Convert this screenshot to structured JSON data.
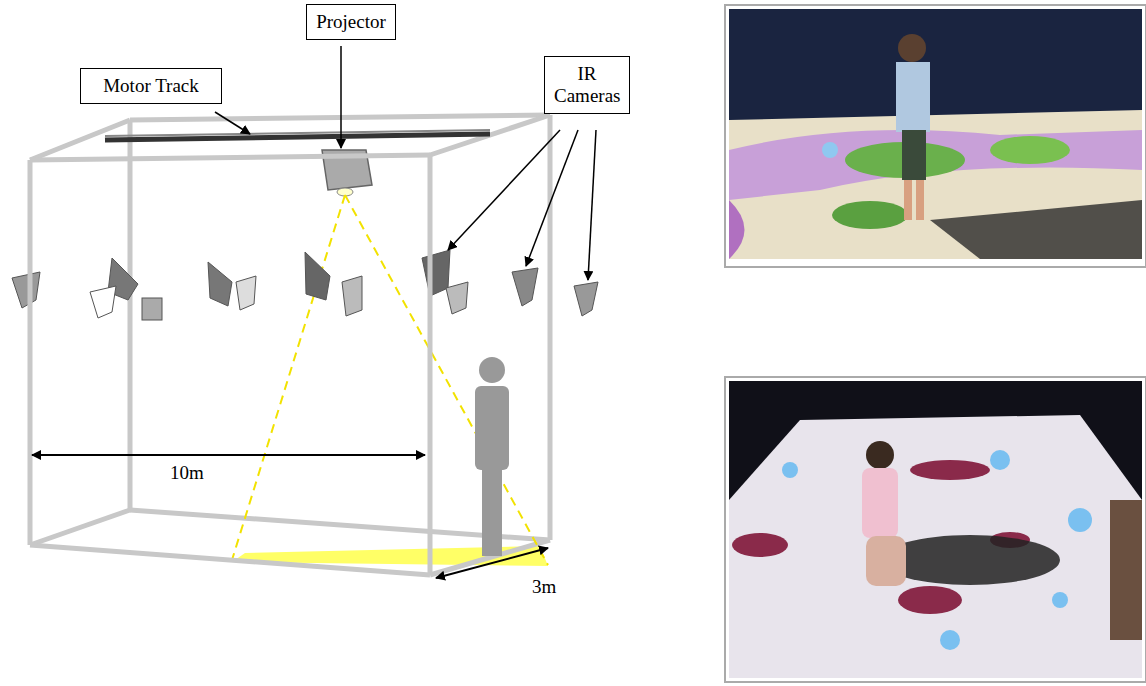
{
  "diagram": {
    "nodes": [
      {
        "text": [
          "Motor Track"
        ]
      },
      {
        "text": [
          "Projector"
        ]
      },
      {
        "text": [
          "IR Cameras"
        ]
      }
    ],
    "labels": [
      "10m",
      "3m"
    ]
  }
}
